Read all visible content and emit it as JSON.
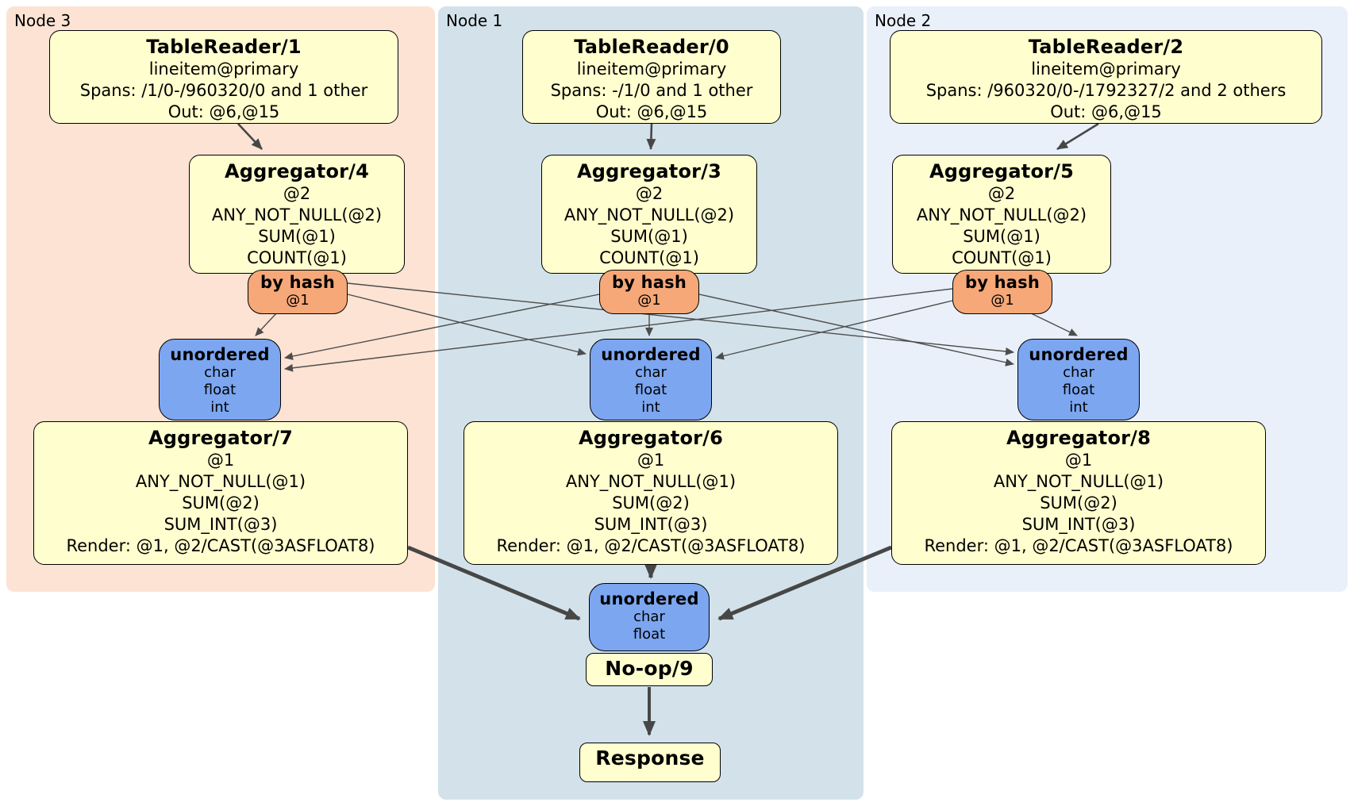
{
  "diagram_type": "distsql-physical-plan",
  "colors": {
    "node3_region_bg": "#fce3d4",
    "node1_region_bg": "#d3e2ea",
    "node2_region_bg": "#e9f0f9",
    "processor_box_fill": "#fffece",
    "hash_router_fill": "#f6a878",
    "sync_fill": "#7ca6f0",
    "box_border": "#000000",
    "edge_thin": "#4d4d4d",
    "edge_thick": "#474747"
  },
  "regions": {
    "node3": {
      "label": "Node 3"
    },
    "node1": {
      "label": "Node 1"
    },
    "node2": {
      "label": "Node 2"
    }
  },
  "nodes": {
    "tr1": {
      "title": "TableReader/1",
      "lines": [
        "lineitem@primary",
        "Spans: /1/0-/960320/0 and 1 other",
        "Out: @6,@15"
      ]
    },
    "tr0": {
      "title": "TableReader/0",
      "lines": [
        "lineitem@primary",
        "Spans: -/1/0 and 1 other",
        "Out: @6,@15"
      ]
    },
    "tr2": {
      "title": "TableReader/2",
      "lines": [
        "lineitem@primary",
        "Spans: /960320/0-/1792327/2 and 2 others",
        "Out: @6,@15"
      ]
    },
    "agg4": {
      "title": "Aggregator/4",
      "lines": [
        "@2",
        "ANY_NOT_NULL(@2)",
        "SUM(@1)",
        "COUNT(@1)"
      ]
    },
    "agg3": {
      "title": "Aggregator/3",
      "lines": [
        "@2",
        "ANY_NOT_NULL(@2)",
        "SUM(@1)",
        "COUNT(@1)"
      ]
    },
    "agg5": {
      "title": "Aggregator/5",
      "lines": [
        "@2",
        "ANY_NOT_NULL(@2)",
        "SUM(@1)",
        "COUNT(@1)"
      ]
    },
    "byhash_left": {
      "title": "by hash",
      "lines": [
        "@1"
      ]
    },
    "byhash_center": {
      "title": "by hash",
      "lines": [
        "@1"
      ]
    },
    "byhash_right": {
      "title": "by hash",
      "lines": [
        "@1"
      ]
    },
    "sync_left": {
      "title": "unordered",
      "lines": [
        "char",
        "float",
        "int"
      ]
    },
    "sync_center": {
      "title": "unordered",
      "lines": [
        "char",
        "float",
        "int"
      ]
    },
    "sync_right": {
      "title": "unordered",
      "lines": [
        "char",
        "float",
        "int"
      ]
    },
    "agg7": {
      "title": "Aggregator/7",
      "lines": [
        "@1",
        "ANY_NOT_NULL(@1)",
        "SUM(@2)",
        "SUM_INT(@3)",
        "Render: @1, @2/CAST(@3ASFLOAT8)"
      ]
    },
    "agg6": {
      "title": "Aggregator/6",
      "lines": [
        "@1",
        "ANY_NOT_NULL(@1)",
        "SUM(@2)",
        "SUM_INT(@3)",
        "Render: @1, @2/CAST(@3ASFLOAT8)"
      ]
    },
    "agg8": {
      "title": "Aggregator/8",
      "lines": [
        "@1",
        "ANY_NOT_NULL(@1)",
        "SUM(@2)",
        "SUM_INT(@3)",
        "Render: @1, @2/CAST(@3ASFLOAT8)"
      ]
    },
    "sync_final": {
      "title": "unordered",
      "lines": [
        "char",
        "float"
      ]
    },
    "noop": {
      "title": "No-op/9"
    },
    "response": {
      "title": "Response"
    }
  }
}
